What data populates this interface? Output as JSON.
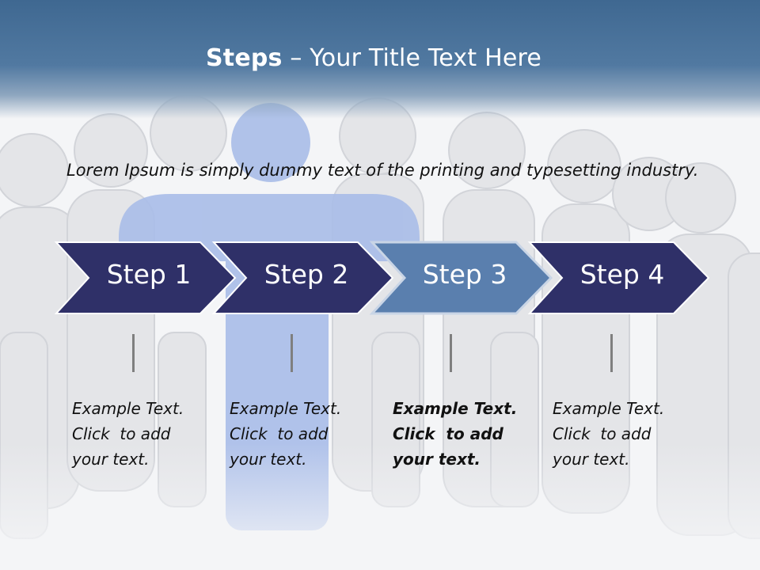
{
  "slide": {
    "title_bold": "Steps",
    "title_rest": " – Your Title Text Here",
    "intro": "Lorem Ipsum is simply dummy text of the printing and typesetting industry."
  },
  "steps": [
    {
      "label": "Step 1",
      "text": [
        "Example Text.",
        "Click  to add",
        "your text."
      ],
      "highlight": false
    },
    {
      "label": "Step 2",
      "text": [
        "Example Text.",
        "Click  to add",
        "your text."
      ],
      "highlight": false
    },
    {
      "label": "Step 3",
      "text": [
        "Example Text.",
        "Click  to add",
        "your text."
      ],
      "highlight": true
    },
    {
      "label": "Step 4",
      "text": [
        "Example Text.",
        "Click  to add",
        "your text."
      ],
      "highlight": false
    }
  ],
  "colors": {
    "header": "#4a7099",
    "chevron": "#2f3068",
    "chevron_highlight": "#5a7fae",
    "figure_highlight": "#a9bde8",
    "figure": "#e6e7ea"
  }
}
